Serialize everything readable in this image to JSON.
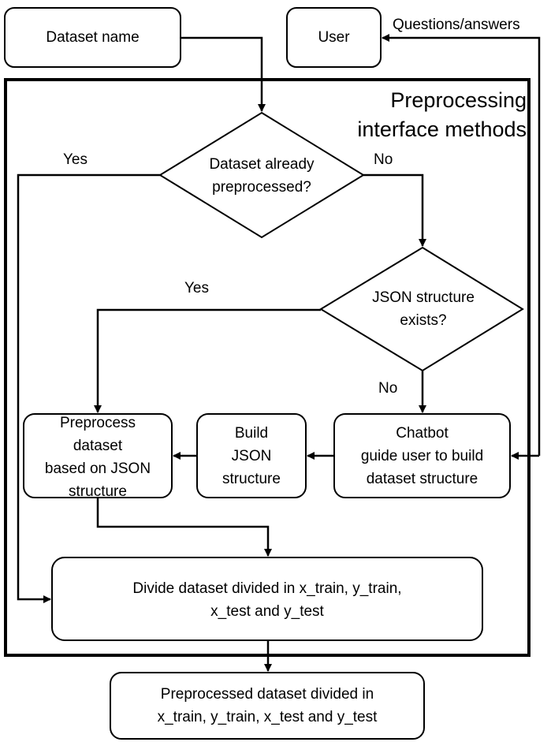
{
  "nodes": {
    "dataset_name": "Dataset name",
    "user": "User",
    "frame_title": [
      "Preprocessing",
      "interface methods"
    ],
    "decision_preprocessed": [
      "Dataset already",
      "preprocessed?"
    ],
    "decision_json": [
      "JSON structure",
      "exists?"
    ],
    "preprocess_dataset": [
      "Preprocess",
      "dataset",
      "based on JSON",
      "structure"
    ],
    "build_json": [
      "Build",
      "JSON",
      "structure"
    ],
    "chatbot": [
      "Chatbot",
      "guide user to build",
      "dataset structure"
    ],
    "divide_dataset": [
      "Divide dataset divided in x_train, y_train,",
      "x_test and y_test"
    ],
    "output": [
      "Preprocessed dataset divided in",
      "x_train, y_train, x_test and y_test"
    ]
  },
  "edges": {
    "questions_answers": "Questions/answers",
    "yes_1": "Yes",
    "no_1": "No",
    "yes_2": "Yes",
    "no_2": "No"
  }
}
